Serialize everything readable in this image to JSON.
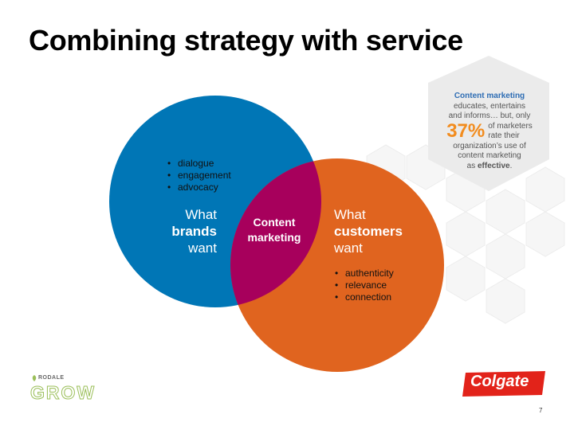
{
  "title": "Combining strategy with service",
  "brands": {
    "bullets": [
      "dialogue",
      "engagement",
      "advocacy"
    ],
    "label_line1": "What",
    "label_line2": "brands",
    "label_line3": "want",
    "color": "#0076b6"
  },
  "customers": {
    "bullets": [
      "authenticity",
      "relevance",
      "connection"
    ],
    "label_line1": "What",
    "label_line2": "customers",
    "label_line3": "want",
    "color": "#e0641f"
  },
  "overlap": {
    "line1": "Content",
    "line2": "marketing",
    "color": "#a7005c"
  },
  "callout": {
    "heading": "Content marketing",
    "line1": "educates, entertains",
    "line2": "and informs… but, only",
    "stat": "37%",
    "stat_line1": "of marketers",
    "stat_line2": "rate their",
    "line3": "organization’s use of",
    "line4": "content marketing",
    "line5_prefix": "as ",
    "line5_bold": "effective",
    "line5_suffix": "."
  },
  "footer": {
    "rodale": "RODALE",
    "grow": "GROW",
    "colgate": "Colgate",
    "page_number": "7"
  },
  "colors": {
    "accent_orange": "#f28c1e",
    "callout_blue": "#2e6db4",
    "colgate_red": "#e2231a",
    "grow_green": "#9bbf5a"
  }
}
